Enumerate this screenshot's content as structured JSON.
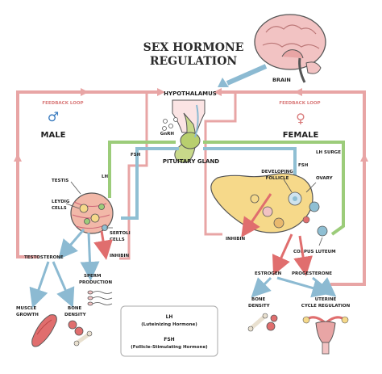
{
  "title_line1": "SEX HORMONE",
  "title_line2": "REGULATION",
  "brain": "BRAIN",
  "hypothalamus": "HYPOTHALAMUS",
  "gnrh": "GnRH",
  "pituitary": "PITUITARY GLAND",
  "feedback_left": "FEEDBACK LOOP",
  "feedback_right": "FEEDBACK LOOP",
  "male": "MALE",
  "female": "FEMALE",
  "male_symbol": "♂",
  "female_symbol": "♀",
  "male_side": {
    "fsh": "FSH",
    "lh": "LH",
    "testis": "TESTIS",
    "leydig_1": "LEYDIG",
    "leydig_2": "CELLS",
    "sertoli_1": "SERTOLI",
    "sertoli_2": "CELLS",
    "inhibin": "INHIBIN",
    "testosterone": "TESTOSTERONE",
    "sperm_1": "SPERM",
    "sperm_2": "PRODUCTION",
    "muscle_1": "MUSCLE",
    "muscle_2": "GROWTH",
    "bone_1": "BONE",
    "bone_2": "DENSITY"
  },
  "female_side": {
    "lh_surge": "LH SURGE",
    "fsh": "FSH",
    "follicle_1": "DEVELOPING",
    "follicle_2": "FOLLICLE",
    "ovary": "OVARY",
    "inhibin": "INHIBIN",
    "corpus": "CORPUS LUTEUM",
    "estrogen": "ESTROGEN",
    "progesterone": "PROGESTERONE",
    "bone_1": "BONE",
    "bone_2": "DENSITY",
    "uterine_1": "UTERINE",
    "uterine_2": "CYCLE REGULATION"
  },
  "legend": {
    "lh": "LH",
    "lh_full": "(Luteinizing Hormone)",
    "fsh": "FSH",
    "fsh_full": "(Follicle-Stimulating Hormone)"
  },
  "colors": {
    "feedback": "#e8a5a5",
    "lh_green": "#9ccc7a",
    "fsh_blue": "#8fbfd3",
    "brain_pink": "#f2c3c3",
    "ovary_yellow": "#f6d98a",
    "pituitary": "#c8d98a",
    "arrow_blue": "#8cbad2",
    "arrow_red": "#e06e6e"
  }
}
